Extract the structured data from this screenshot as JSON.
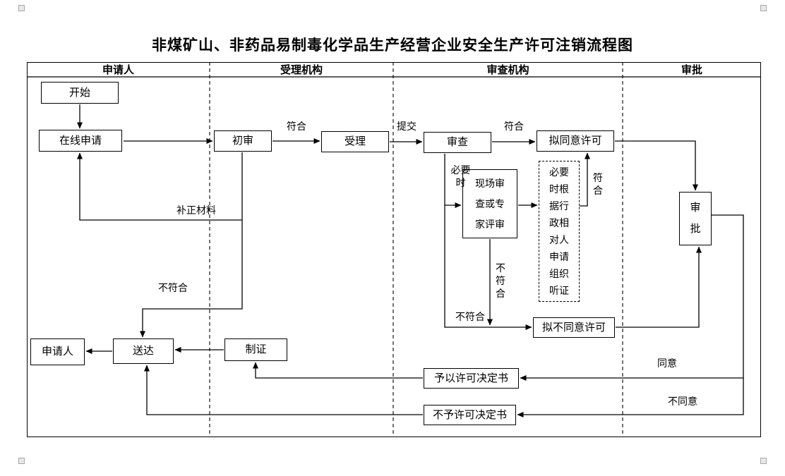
{
  "title": "非煤矿山、非药品易制毒化学品生产经营企业安全生产许可注销流程图",
  "lanes": [
    {
      "label": "申请人"
    },
    {
      "label": "受理机构"
    },
    {
      "label": "审查机构"
    },
    {
      "label": "审批"
    }
  ],
  "nodes": {
    "start": {
      "label": "开始"
    },
    "online_apply": {
      "label": "在线申请"
    },
    "initial_review": {
      "label": "初审"
    },
    "accept": {
      "label": "受理"
    },
    "review": {
      "label": "审查"
    },
    "propose_approve": {
      "label": "拟同意许可"
    },
    "onsite_review": {
      "label": "现场审查或专家评审"
    },
    "hearing": {
      "label": "必要时根据行政相对人申请组织听证"
    },
    "approval": {
      "label": "审批"
    },
    "propose_deny": {
      "label": "拟不同意许可"
    },
    "applicant": {
      "label": "申请人"
    },
    "deliver": {
      "label": "送达"
    },
    "make_cert": {
      "label": "制证"
    },
    "grant_doc": {
      "label": "予以许可决定书"
    },
    "deny_doc": {
      "label": "不予许可决定书"
    }
  },
  "edge_labels": {
    "fuhe_initial": "符合",
    "tijiao": "提交",
    "fuhe_review": "符合",
    "biyaoshi": "必要时",
    "fuhe_hearing": "符合",
    "buzheng_cailiao": "补正材料",
    "bufuhe_initial": "不符合",
    "bufuhe_onsite": "不符合",
    "bufuhe_review": "不符合",
    "tongyi": "同意",
    "butongyi": "不同意"
  },
  "colors": {
    "line": "#000000",
    "background": "#ffffff"
  }
}
